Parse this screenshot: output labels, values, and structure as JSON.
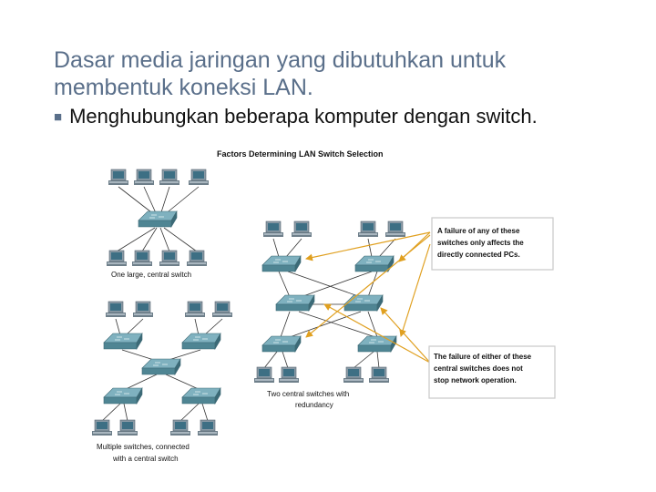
{
  "slide": {
    "title_line1": "Dasar media jaringan yang dibutuhkan untuk",
    "title_line2": "membentuk koneksi LAN.",
    "bullet": "Menghubungkan beberapa komputer dengan switch."
  },
  "figure": {
    "title": "Factors Determining LAN Switch Selection",
    "caption_central": "One large, central switch",
    "caption_multi_1": "Multiple switches, connected",
    "caption_multi_2": "with a central switch",
    "caption_redundant_1": "Two central switches with",
    "caption_redundant_2": "redundancy",
    "callout_top_1": "A failure of any of these",
    "callout_top_2": "switches only affects the",
    "callout_top_3": "directly connected PCs.",
    "callout_bottom_1": "The failure of either of these",
    "callout_bottom_2": "central switches does not",
    "callout_bottom_3": "stop network operation."
  },
  "colors": {
    "title": "#5a6f8a",
    "switch": "#4f8593",
    "pc_body": "#8a9aa6",
    "pc_screen": "#3d6f84",
    "arrow": "#e0a020"
  },
  "icons": {
    "bullet": "square-bullet-icon",
    "switch": "network-switch-icon",
    "pc": "computer-icon"
  }
}
